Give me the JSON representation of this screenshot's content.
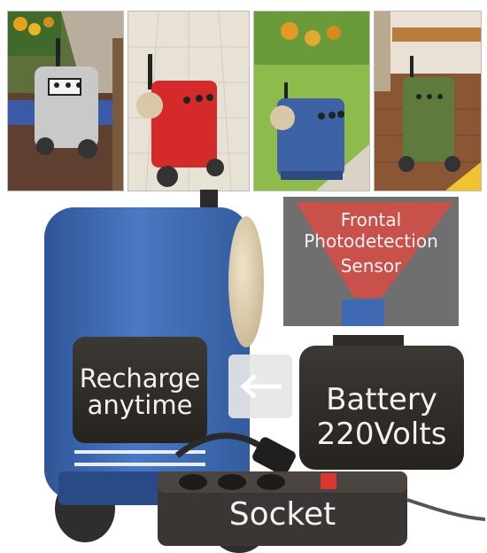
{
  "scenes": [
    {
      "name": "gray-robot-on-patio",
      "robot_color": "#c9c9c9",
      "floor_color": "#6a4530"
    },
    {
      "name": "red-robot-on-tiles",
      "robot_color": "#d52a2a",
      "floor_color": "#e7e1d6"
    },
    {
      "name": "blue-robot-on-lawn",
      "robot_color": "#3d63a6",
      "floor_color": "#8dbb4c"
    },
    {
      "name": "green-robot-on-deck",
      "robot_color": "#5e7a3d",
      "floor_color": "#8a5634"
    }
  ],
  "robot": {
    "recharge_label_line1": "Recharge",
    "recharge_label_line2": "anytime",
    "battery_label_line1": "Battery",
    "battery_label_line2": "220Volts",
    "socket_label": "Socket",
    "arrow_icon": "arrow-left-icon"
  },
  "sensor": {
    "line1": "Frontal",
    "line2": "Photodetection",
    "line3": "Sensor"
  },
  "colors": {
    "robot_body": "#3f69b3",
    "sensor_cone": "#c9514c",
    "sensor_bg": "#6f6f6f",
    "battery": "#2f2c29",
    "socket": "#3a3633",
    "switch": "#d9362f"
  }
}
